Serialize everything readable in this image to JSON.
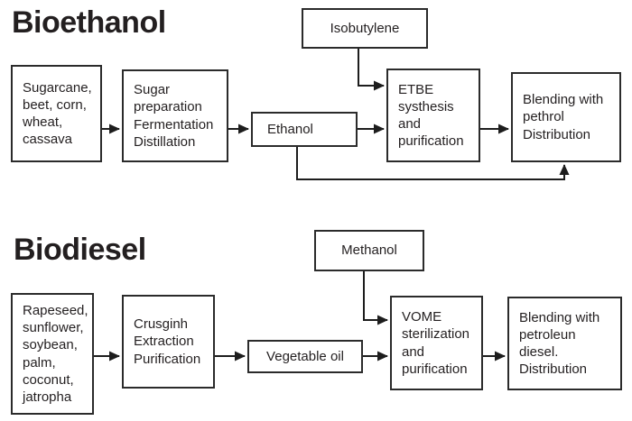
{
  "page": {
    "background_color": "#ffffff",
    "text_color": "#231f20",
    "line_color": "#1d1d1d"
  },
  "bioethanol": {
    "title": "Bioethanol",
    "nodes": {
      "feedstock": "Sugarcane,\nbeet, corn,\nwheat,\ncassava",
      "process": "Sugar\npreparation\nFermentation\nDistillation",
      "isobutylene": "Isobutylene",
      "ethanol": "Ethanol",
      "etbe": "ETBE\nsysthesis\nand\npurification",
      "blending": "Blending with\npethrol\nDistribution"
    }
  },
  "biodiesel": {
    "title": "Biodiesel",
    "nodes": {
      "feedstock": "Rapeseed,\nsunflower,\nsoybean,\npalm,\ncoconut,\njatropha",
      "process": "Crusginh\nExtraction\nPurification",
      "methanol": "Methanol",
      "vegetable_oil": "Vegetable oil",
      "vome": "VOME\nsterilization\nand\npurification",
      "blending": "Blending with\npetroleun\ndiesel.\nDistribution"
    }
  }
}
